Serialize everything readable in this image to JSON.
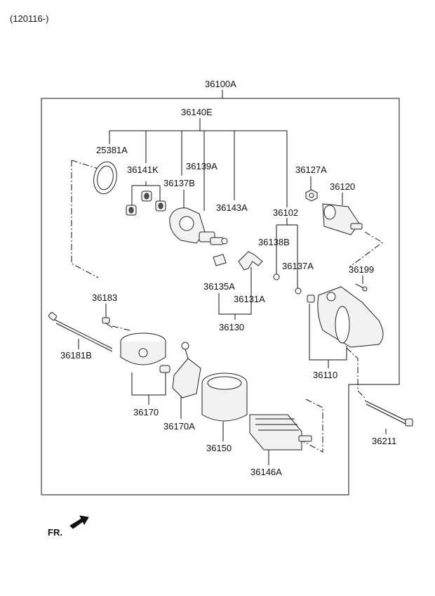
{
  "header": {
    "serial_range": "(120116-)"
  },
  "assembly_label": "36100A",
  "labels": {
    "p36140E": "36140E",
    "p25381A": "25381A",
    "p36141K": "36141K",
    "p36139A": "36139A",
    "p36137B": "36137B",
    "p36143A": "36143A",
    "p36127A": "36127A",
    "p36120": "36120",
    "p36102": "36102",
    "p36138B": "36138B",
    "p36137A": "36137A",
    "p36199": "36199",
    "p36135A": "36135A",
    "p36131A": "36131A",
    "p36130": "36130",
    "p36183": "36183",
    "p36181B": "36181B",
    "p36110": "36110",
    "p36170": "36170",
    "p36170A": "36170A",
    "p36150": "36150",
    "p36211": "36211",
    "p36146A": "36146A"
  },
  "front_indicator": {
    "label": "FR.",
    "icon": "arrow-icon"
  }
}
